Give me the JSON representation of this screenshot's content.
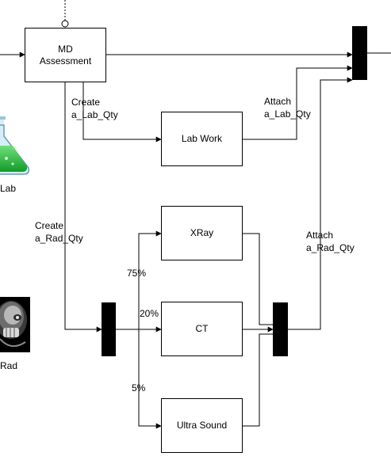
{
  "nodes": {
    "md_assessment": "MD\nAssessment",
    "lab_work": "Lab Work",
    "xray": "XRay",
    "ct": "CT",
    "ultra_sound": "Ultra Sound"
  },
  "labels": {
    "create_lab": "Create\na_Lab_Qty",
    "attach_lab": "Attach\na_Lab_Qty",
    "create_rad": "Create\na_Rad_Qty",
    "attach_rad": "Attach\na_Rad_Qty",
    "pct_xray": "75%",
    "pct_ct": "20%",
    "pct_us": "5%"
  },
  "resources": {
    "lab": "Lab",
    "rad": "Rad"
  },
  "icons": {
    "lab": "flask-icon",
    "rad": "radiology-icon"
  }
}
